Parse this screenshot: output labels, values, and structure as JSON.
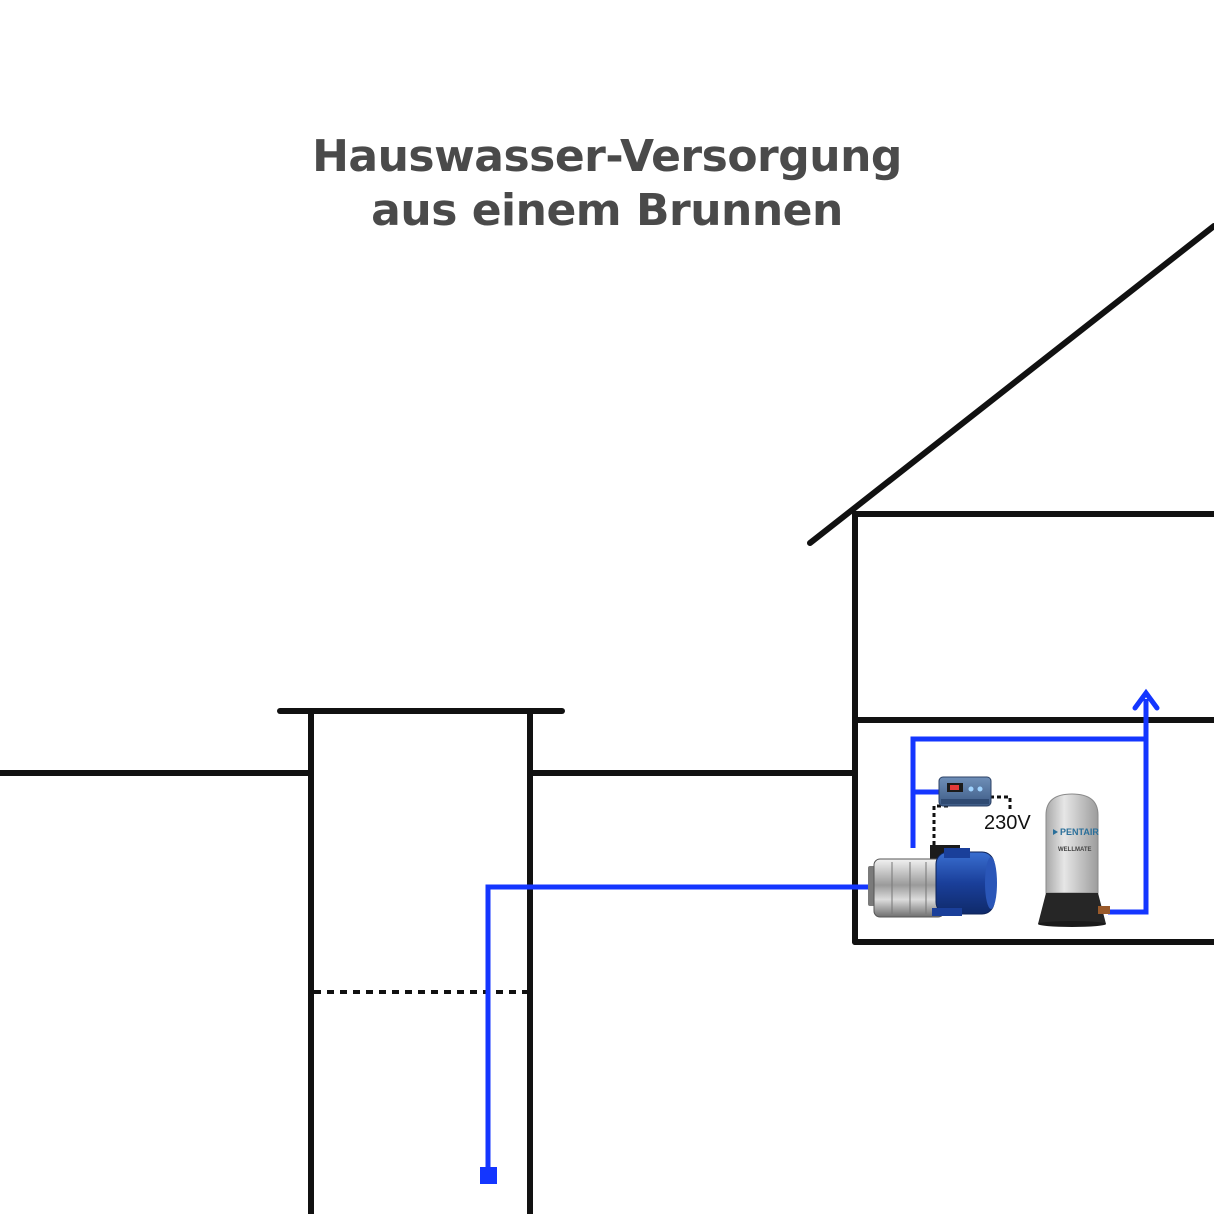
{
  "title": {
    "line1": "Hauswasser-Versorgung",
    "line2": "aus einem Brunnen"
  },
  "labels": {
    "voltage": "230V"
  },
  "tank": {
    "brand": "PENTAIR",
    "model": "WELLMATE"
  },
  "colors": {
    "pipe": "#1436ff",
    "structure": "#111111",
    "title": "#4a4a4a"
  }
}
